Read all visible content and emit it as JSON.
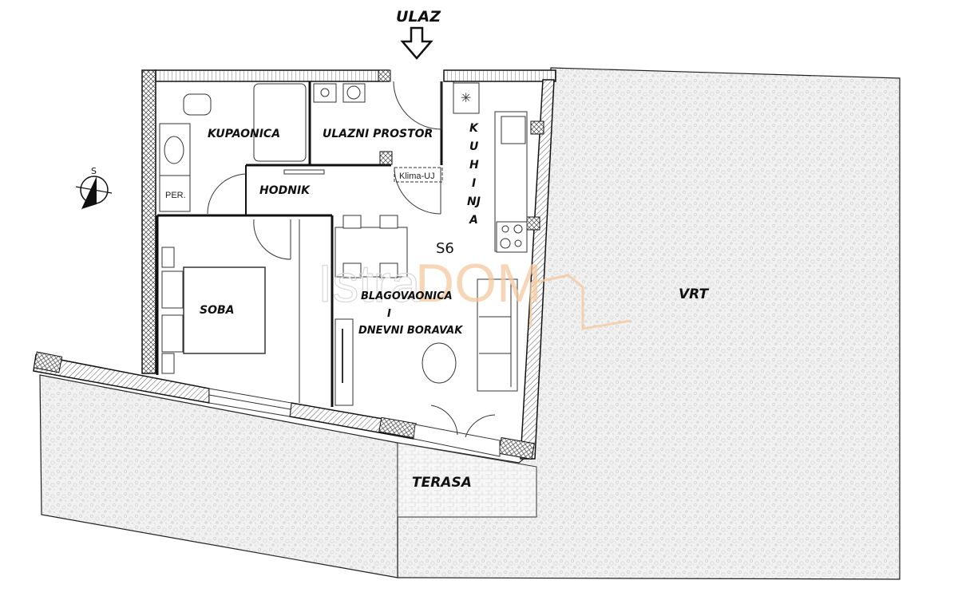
{
  "plan": {
    "unit_id": "S6",
    "entrance_label": "ULAZ",
    "north_label": "S",
    "rooms": [
      {
        "id": "kupaonica",
        "label": "KUPAONICA"
      },
      {
        "id": "ulazni-prostor",
        "label": "ULAZNI PROSTOR"
      },
      {
        "id": "hodnik",
        "label": "HODNIK"
      },
      {
        "id": "kuhinja",
        "label": "KUHINJA",
        "vertical_letters": [
          "K",
          "U",
          "H",
          "I",
          "NJ",
          "A"
        ]
      },
      {
        "id": "soba",
        "label": "SOBA"
      },
      {
        "id": "blagovaonica",
        "label_lines": [
          "BLAGOVAONICA",
          "I",
          "DNEVNI BORAVAK"
        ]
      },
      {
        "id": "terasa",
        "label": "TERASA"
      },
      {
        "id": "vrt",
        "label": "VRT"
      }
    ],
    "annotations": {
      "per": "PER.",
      "klima": "Klima-UJ"
    },
    "watermark": {
      "part1": "Istra",
      "part2": "DOM",
      "color_gray": "#d8d8d8",
      "color_orange": "#f5c9a0"
    },
    "colors": {
      "wall": "#111111",
      "garden_fill": "#efefef",
      "terrace_fill": "#f4f4f4"
    }
  }
}
